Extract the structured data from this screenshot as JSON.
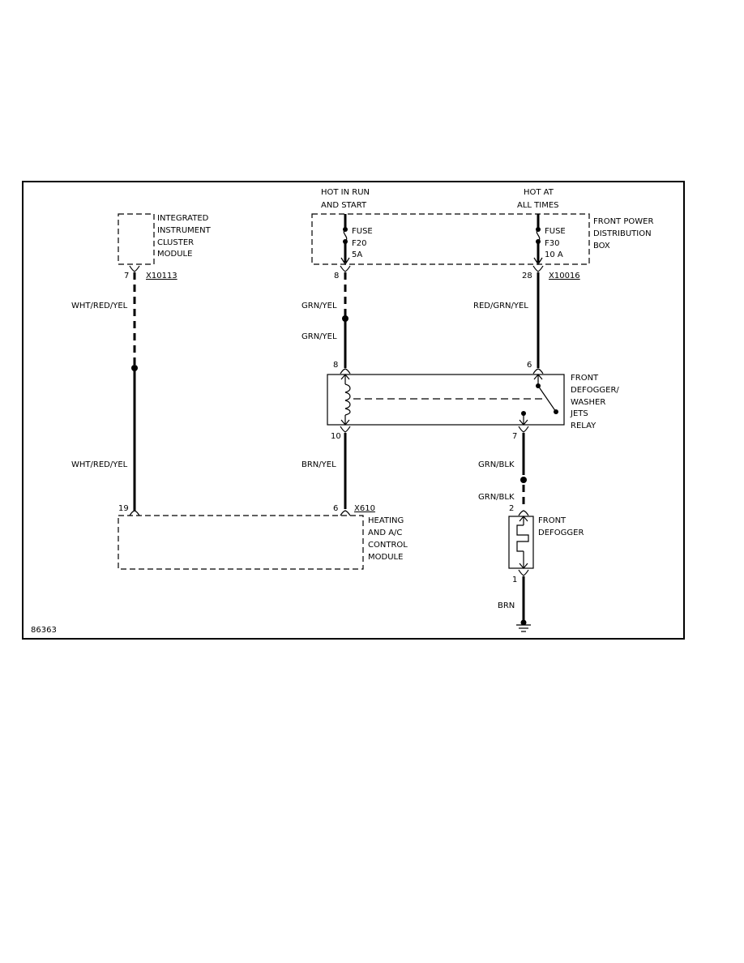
{
  "top_labels": {
    "hot_in_run_1": "HOT IN RUN",
    "hot_in_run_2": "AND START",
    "hot_at_1": "HOT AT",
    "hot_at_2": "ALL TIMES"
  },
  "components": {
    "cluster_1": "INTEGRATED",
    "cluster_2": "INSTRUMENT",
    "cluster_3": "CLUSTER",
    "cluster_4": "MODULE",
    "fuse1_1": "FUSE",
    "fuse1_2": "F20",
    "fuse1_3": "5A",
    "fuse2_1": "FUSE",
    "fuse2_2": "F30",
    "fuse2_3": "10 A",
    "pdb_1": "FRONT POWER",
    "pdb_2": "DISTRIBUTION",
    "pdb_3": "BOX",
    "relay_1": "FRONT",
    "relay_2": "DEFOGGER/",
    "relay_3": "WASHER",
    "relay_4": "JETS",
    "relay_5": "RELAY",
    "hvac_1": "HEATING",
    "hvac_2": "AND A/C",
    "hvac_3": "CONTROL",
    "hvac_4": "MODULE",
    "defog_1": "FRONT",
    "defog_2": "DEFOGGER"
  },
  "connectors": {
    "x10113": "X10113",
    "x10016": "X10016",
    "x610": "X610"
  },
  "pins": {
    "p7_cluster": "7",
    "p8_fuse": "8",
    "p28": "28",
    "p8_relay": "8",
    "p6_relay": "6",
    "p10": "10",
    "p7_relay": "7",
    "p19": "19",
    "p6_hvac": "6",
    "p2": "2",
    "p1": "1"
  },
  "wires": {
    "whtredyel_top": "WHT/RED/YEL",
    "whtredyel_bottom": "WHT/RED/YEL",
    "grnyel_top": "GRN/YEL",
    "grnyel_bottom": "GRN/YEL",
    "redgrnyel": "RED/GRN/YEL",
    "brnyel": "BRN/YEL",
    "grnblk_top": "GRN/BLK",
    "grnblk_bottom": "GRN/BLK",
    "brn": "BRN"
  },
  "figure_id": "86363"
}
